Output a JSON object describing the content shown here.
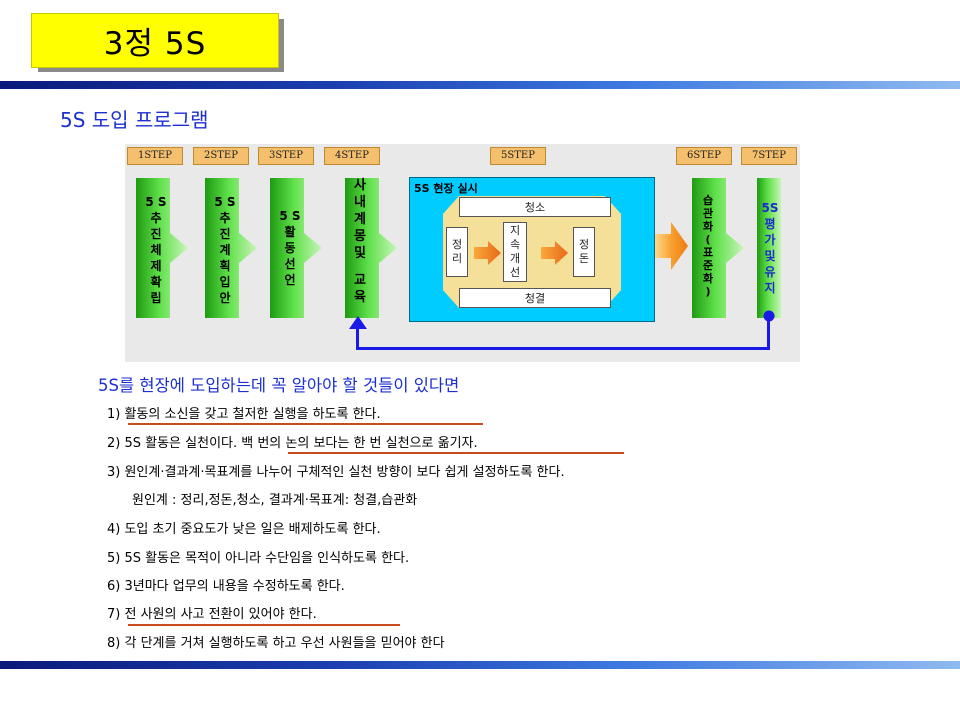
{
  "title": "3정  5S",
  "section_title": "5S 도입  프로그램",
  "steps": [
    {
      "label": "1STEP",
      "text": [
        "5 S",
        "추",
        "진",
        "체",
        "제",
        "확",
        "립"
      ]
    },
    {
      "label": "2STEP",
      "text": [
        "5 S",
        "추",
        "진",
        "계",
        "획",
        "입",
        "안"
      ]
    },
    {
      "label": "3STEP",
      "text": [
        "5 S",
        "활",
        "동",
        "선",
        "언"
      ]
    },
    {
      "label": "4STEP",
      "text": [
        "사",
        "내",
        "계",
        "몽",
        "및",
        "",
        "교",
        "육"
      ]
    },
    {
      "label": "5STEP"
    },
    {
      "label": "6STEP",
      "text": [
        "습",
        "관",
        "화",
        "(",
        "표",
        "준",
        "화",
        ")"
      ]
    },
    {
      "label": "7STEP",
      "text": [
        "5S",
        "평",
        "가",
        "및",
        "유",
        "지"
      ]
    }
  ],
  "site": {
    "title": "5S 현장 실시",
    "top": "청소",
    "left": [
      "정",
      "리"
    ],
    "center": [
      "지",
      "속",
      "개",
      "선"
    ],
    "right": [
      "정",
      "돈"
    ],
    "bottom": "청결"
  },
  "main_question": "5S를 현장에 도입하는데 꼭 알아야 할 것들이 있다면",
  "items": [
    "1) 활동의 소신을 갖고 철저한 실행을 하도록 한다.",
    "2) 5S 활동은 실천이다.  백 번의 논의 보다는 한 번 실천으로 옮기자.",
    "3) 원인계·결과계·목표계를 나누어 구체적인 실천 방향이 보다 쉽게 설정하도록 한다.",
    "원인계 : 정리,정돈,청소,        결과계·목표계: 청결,습관화",
    "4) 도입 초기 중요도가 낮은 일은 배제하도록 한다.",
    "5) 5S 활동은 목적이 아니라 수단임을 인식하도록 한다.",
    "6) 3년마다 업무의 내용을 수정하도록 한다.",
    "7) 전 사원의 사고 전환이 있어야 한다.",
    "8) 각 단계를 거쳐 실행하도록 하고 우선 사원들을 믿어야 한다"
  ],
  "colors": {
    "title_bg": "#ffff00",
    "accent_blue": "#1c2fd0",
    "step_green": "#33cc22",
    "site_cyan": "#00ccff",
    "arrow_orange": "#f08020",
    "underline_red": "#c84a1e"
  }
}
